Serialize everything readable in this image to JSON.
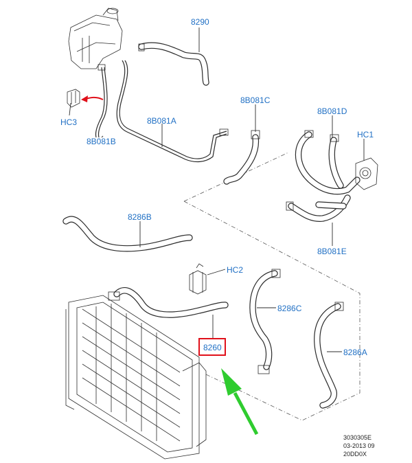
{
  "callouts": {
    "c8290": "8290",
    "c8B081C": "8B081C",
    "c8B081D": "8B081D",
    "cHC1": "HC1",
    "cHC3": "HC3",
    "c8B081B": "8B081B",
    "c8B081A": "8B081A",
    "c8286B": "8286B",
    "c8B081E": "8B081E",
    "cHC2": "HC2",
    "c8286C": "8286C",
    "c8260": "8260",
    "c8286A": "8286A"
  },
  "footer": {
    "line1": "3030305E",
    "line2": "03-2013 09",
    "line3": "20DD0X"
  },
  "colors": {
    "callout": "#1f6fc4",
    "highlight_box": "#e0101a",
    "arrow_green": "#2fcc2f",
    "arrow_red": "#e0101a",
    "line": "#2b2b2b"
  }
}
